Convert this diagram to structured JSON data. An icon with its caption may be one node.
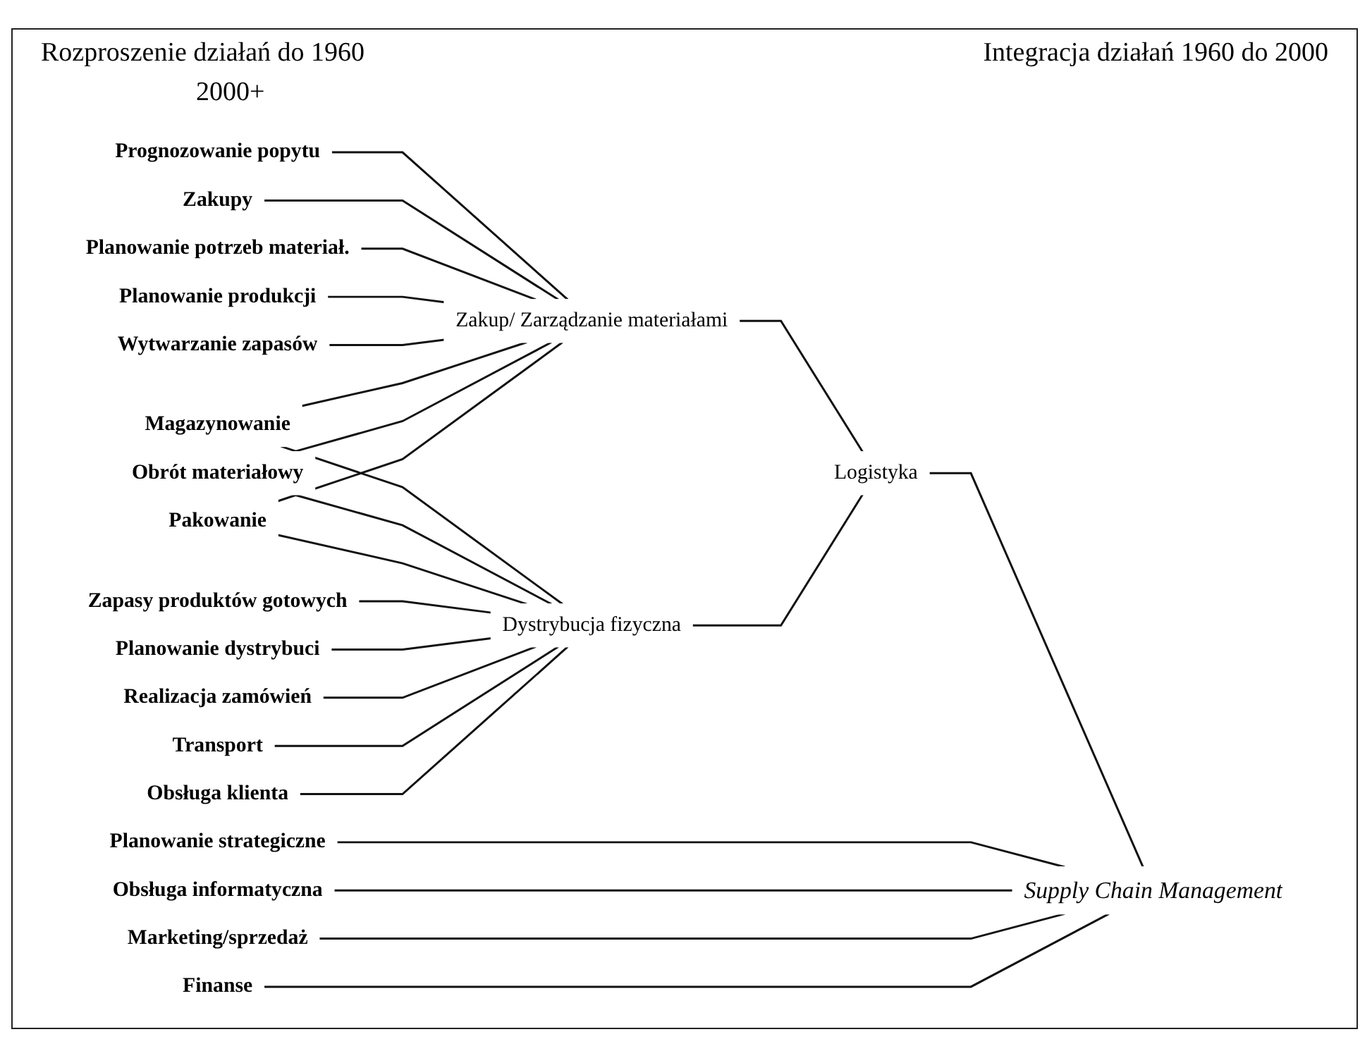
{
  "diagram": {
    "nodes": [
      {
        "text": [
          "Prognozowanie popytu"
        ]
      },
      {
        "text": [
          "Zakupy"
        ]
      },
      {
        "text": [
          "Planowanie potrzeb materiał."
        ]
      },
      {
        "text": [
          "Planowanie produkcji"
        ]
      },
      {
        "text": [
          "Wytwarzanie zapasów"
        ]
      },
      {
        "text": [
          "Magazynowanie"
        ]
      },
      {
        "text": [
          "Obrót materiałowy"
        ]
      },
      {
        "text": [
          "Pakowanie"
        ]
      },
      {
        "text": [
          "Zapasy produktów gotowych"
        ]
      },
      {
        "text": [
          "Planowanie dystrybuci"
        ]
      },
      {
        "text": [
          "Realizacja zamówień"
        ]
      },
      {
        "text": [
          "Transport"
        ]
      },
      {
        "text": [
          "Obsługa klienta"
        ]
      },
      {
        "text": [
          "Planowanie strategiczne"
        ]
      },
      {
        "text": [
          "Obsługa informatyczna"
        ]
      },
      {
        "text": [
          "Marketing/sprzedaż"
        ]
      },
      {
        "text": [
          "Finanse"
        ]
      },
      {
        "text": [
          "Zakup/ Zarządzanie materiałami"
        ]
      },
      {
        "text": [
          "Dystrybucja fizyczna"
        ]
      },
      {
        "text": [
          "Logistyka"
        ]
      },
      {
        "text": [
          "Supply Chain Management"
        ]
      }
    ],
    "edges": [
      {
        "from": 0,
        "to": 17,
        "arrow": "none"
      },
      {
        "from": 1,
        "to": 17,
        "arrow": "none"
      },
      {
        "from": 2,
        "to": 17,
        "arrow": "none"
      },
      {
        "from": 3,
        "to": 17,
        "arrow": "none"
      },
      {
        "from": 4,
        "to": 17,
        "arrow": "none"
      },
      {
        "from": 5,
        "to": 17,
        "arrow": "none"
      },
      {
        "from": 5,
        "to": 18,
        "arrow": "none"
      },
      {
        "from": 6,
        "to": 17,
        "arrow": "none"
      },
      {
        "from": 6,
        "to": 18,
        "arrow": "none"
      },
      {
        "from": 7,
        "to": 17,
        "arrow": "none"
      },
      {
        "from": 7,
        "to": 18,
        "arrow": "none"
      },
      {
        "from": 8,
        "to": 18,
        "arrow": "none"
      },
      {
        "from": 9,
        "to": 18,
        "arrow": "none"
      },
      {
        "from": 10,
        "to": 18,
        "arrow": "none"
      },
      {
        "from": 11,
        "to": 18,
        "arrow": "none"
      },
      {
        "from": 12,
        "to": 18,
        "arrow": "none"
      },
      {
        "from": 17,
        "to": 19,
        "arrow": "none"
      },
      {
        "from": 18,
        "to": 19,
        "arrow": "none"
      },
      {
        "from": 19,
        "to": 20,
        "arrow": "none"
      },
      {
        "from": 13,
        "to": 20,
        "arrow": "none"
      },
      {
        "from": 14,
        "to": 20,
        "arrow": "none"
      },
      {
        "from": 15,
        "to": 20,
        "arrow": "none"
      },
      {
        "from": 16,
        "to": 20,
        "arrow": "none"
      }
    ],
    "labels": [
      "Rozproszenie działań do 1960",
      "Integracja działań 1960 do 2000",
      "2000+"
    ]
  }
}
